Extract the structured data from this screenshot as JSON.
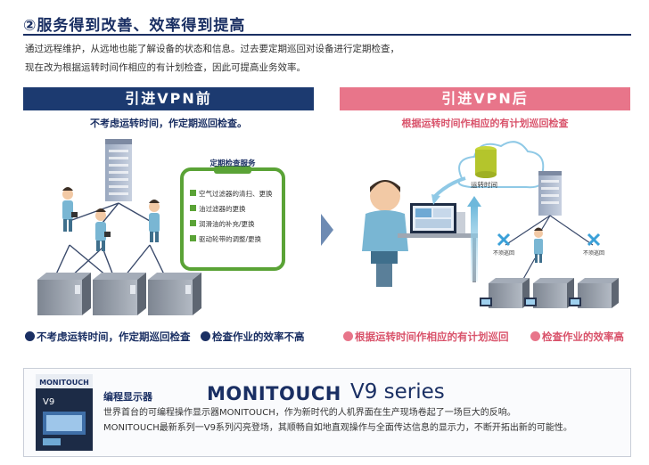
{
  "header": {
    "title": "②服务得到改善、效率得到提高",
    "intro_line1": "通过远程维护，从远地也能了解设备的状态和信息。过去要定期巡回对设备进行定期检查，",
    "intro_line2": "现在改为根据运转时间作相应的有计划检查，因此可提高业务效率。"
  },
  "before": {
    "banner": "引进VPN前",
    "subtitle": "不考虑运转时间，作定期巡回检查。",
    "service_card": {
      "title": "定期检查服务",
      "items": [
        "空气过滤器的清扫、更换",
        "油过滤器的更换",
        "润滑油的补充/更换",
        "驱动轮带的调整/更换"
      ]
    },
    "bullet1": "不考虑运转时间，作定期巡回检查",
    "bullet2": "检查作业的效率不高"
  },
  "after": {
    "banner": "引进VPN后",
    "subtitle": "根据运转时间作相应的有计划巡回检查",
    "cloud_label": "运转时间",
    "no_visit_label_1": "不须巡回",
    "no_visit_label_2": "不须巡回",
    "bullet1": "根据运转时间作相应的有计划巡回",
    "bullet2": "检查作业的效率高"
  },
  "product": {
    "category": "编程显示器",
    "brand": "MONITOUCH",
    "series": "V9 series",
    "desc_line1": "世界首台的可编程操作显示器MONITOUCH，作为新时代的人机界面在生产现场卷起了一场巨大的反响。",
    "desc_line2": "MONITOUCH最新系列一V9系列闪亮登场，其顺畅自如地直观操作与全面传达信息的显示力，不断开拓出新的可能性。",
    "cover_brand": "MONITOUCH",
    "cover_series": "V9"
  },
  "colors": {
    "navy": "#1c3a70",
    "pink": "#e8758a",
    "green": "#5aa336",
    "sky": "#8fc9e6"
  }
}
